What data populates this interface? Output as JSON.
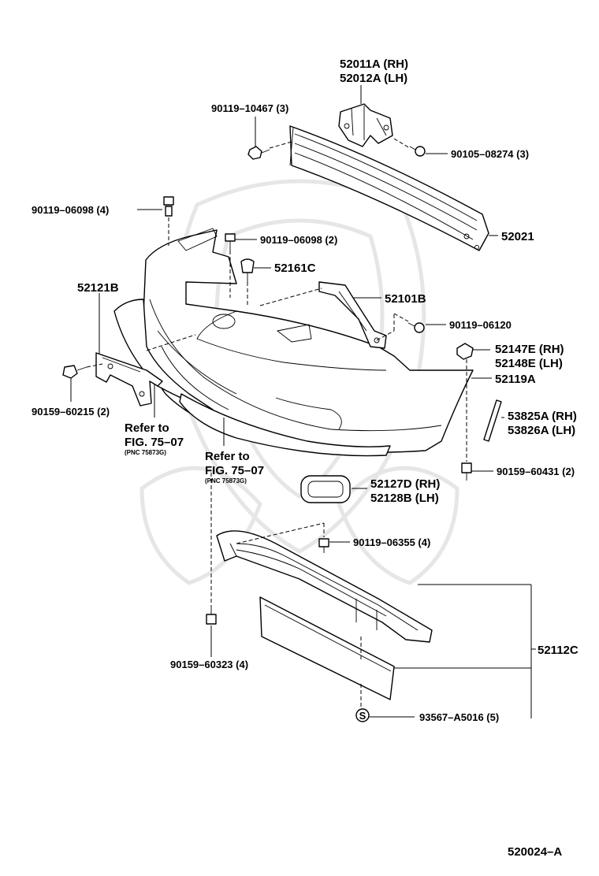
{
  "diagram": {
    "figure_number": "520024–A",
    "labels": {
      "p52011A": "52011A (RH)",
      "p52012A": "52012A (LH)",
      "p90119_10467": "90119–10467 (3)",
      "p90105_08274": "90105–08274 (3)",
      "p90119_06098_4": "90119–06098 (4)",
      "p90119_06098_2": "90119–06098 (2)",
      "p52021": "52021",
      "p52161C": "52161C",
      "p52121B": "52121B",
      "p52101B": "52101B",
      "p90119_06120": "90119–06120",
      "p52147E": "52147E (RH)",
      "p52148E": "52148E (LH)",
      "p52119A": "52119A",
      "p90159_60215": "90159–60215 (2)",
      "p53825A": "53825A (RH)",
      "p53826A": "53826A (LH)",
      "p90159_60431": "90159–60431 (2)",
      "p52127D": "52127D (RH)",
      "p52128B": "52128B (LH)",
      "p90119_06355": "90119–06355 (4)",
      "p90159_60323": "90159–60323 (4)",
      "p52112C": "52112C",
      "p93567": "93567–A5016 (5)"
    },
    "references": [
      {
        "line1": "Refer to",
        "line2": "FIG. 75–07",
        "pnc": "(PNC 75873G)"
      },
      {
        "line1": "Refer to",
        "line2": "FIG. 75–07",
        "pnc": "(PNC 75873G)"
      }
    ],
    "symbols": {
      "circle_s": "S"
    }
  }
}
